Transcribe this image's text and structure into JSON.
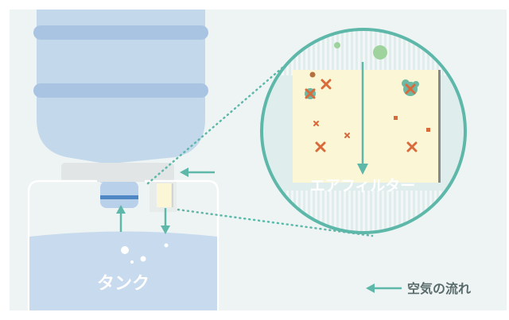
{
  "labels": {
    "tank": "タンク",
    "air_filter": "エアフィルター",
    "legend_air_flow": "空気の流れ"
  },
  "colors": {
    "panel_bg": "#edf4f3",
    "bottle": "#c4d8ec",
    "bottle_band": "#a9c4e2",
    "cap": "#e1e5e5",
    "tank_outline": "#ffffff",
    "water": "#c7daee",
    "accent_teal": "#5db8a9",
    "filter": "#fbf6d6",
    "filter_edge": "#888888",
    "dust_orange": "#d96a3b",
    "dust_brown": "#b57040",
    "particle_green": "#9fd39e",
    "label_white": "#ffffff",
    "legend_text": "#5a6b6b"
  },
  "icons": {
    "blocked_particle": "x-mark-icon",
    "air_flow": "arrow-left-icon"
  }
}
